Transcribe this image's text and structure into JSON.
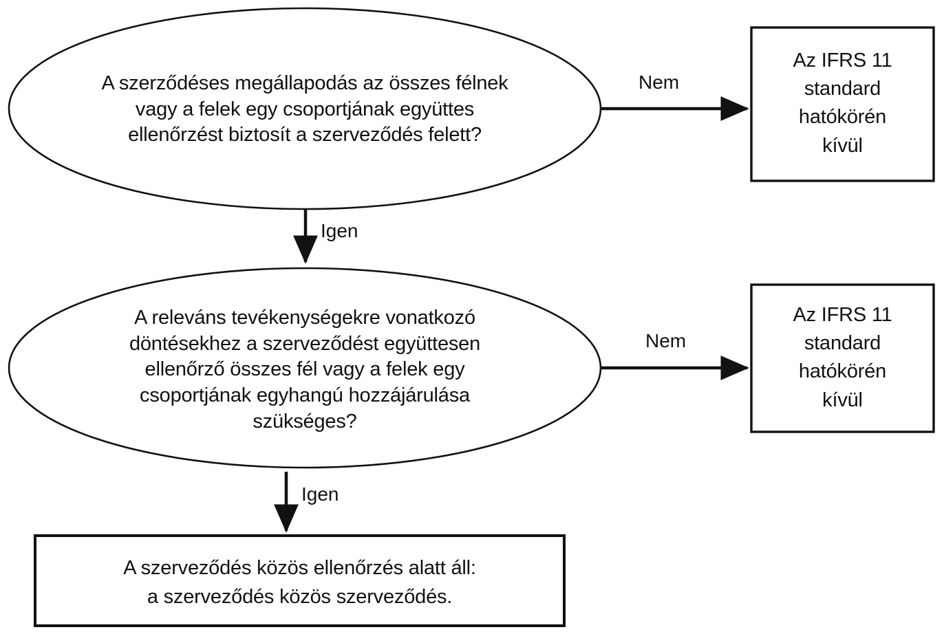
{
  "diagram": {
    "title": "IFRS 11 kozos megallapodas dontesi fa",
    "language": "hu",
    "background_color": "#ffffff",
    "line_color": "#111111",
    "text_color": "#111111"
  },
  "nodes": {
    "decision1": {
      "shape": "ellipse",
      "label": "A szerződéses megállapodás az összes félnek\nvagy a felek egy csoportjának együttes\nellenőrzést biztosít a szerveződés felett?"
    },
    "decision2": {
      "shape": "ellipse",
      "label": "A releváns tevékenységekre vonatkozó\ndöntésekhez a szerveződést együttesen\nellenőrző összes fél vagy a felek egy\ncsoportjának egyhangú hozzájárulása\nszükséges?"
    },
    "outcome1": {
      "shape": "rectangle",
      "label": "Az IFRS 11\nstandard\nhatókörén\nkívül"
    },
    "outcome2": {
      "shape": "rectangle",
      "label": "Az IFRS 11\nstandard\nhatókörén\nkívül"
    },
    "result": {
      "shape": "rectangle",
      "label": "A szerveződés közös ellenőrzés alatt áll:\na szerveződés közös szerveződés."
    }
  },
  "edges": [
    {
      "id": "d1-no",
      "from": "decision1",
      "to": "outcome1",
      "label": "Nem",
      "direction": "right"
    },
    {
      "id": "d1-yes",
      "from": "decision1",
      "to": "decision2",
      "label": "Igen",
      "direction": "down"
    },
    {
      "id": "d2-no",
      "from": "decision2",
      "to": "outcome2",
      "label": "Nem",
      "direction": "right"
    },
    {
      "id": "d2-yes",
      "from": "decision2",
      "to": "result",
      "label": "Igen",
      "direction": "down"
    }
  ]
}
